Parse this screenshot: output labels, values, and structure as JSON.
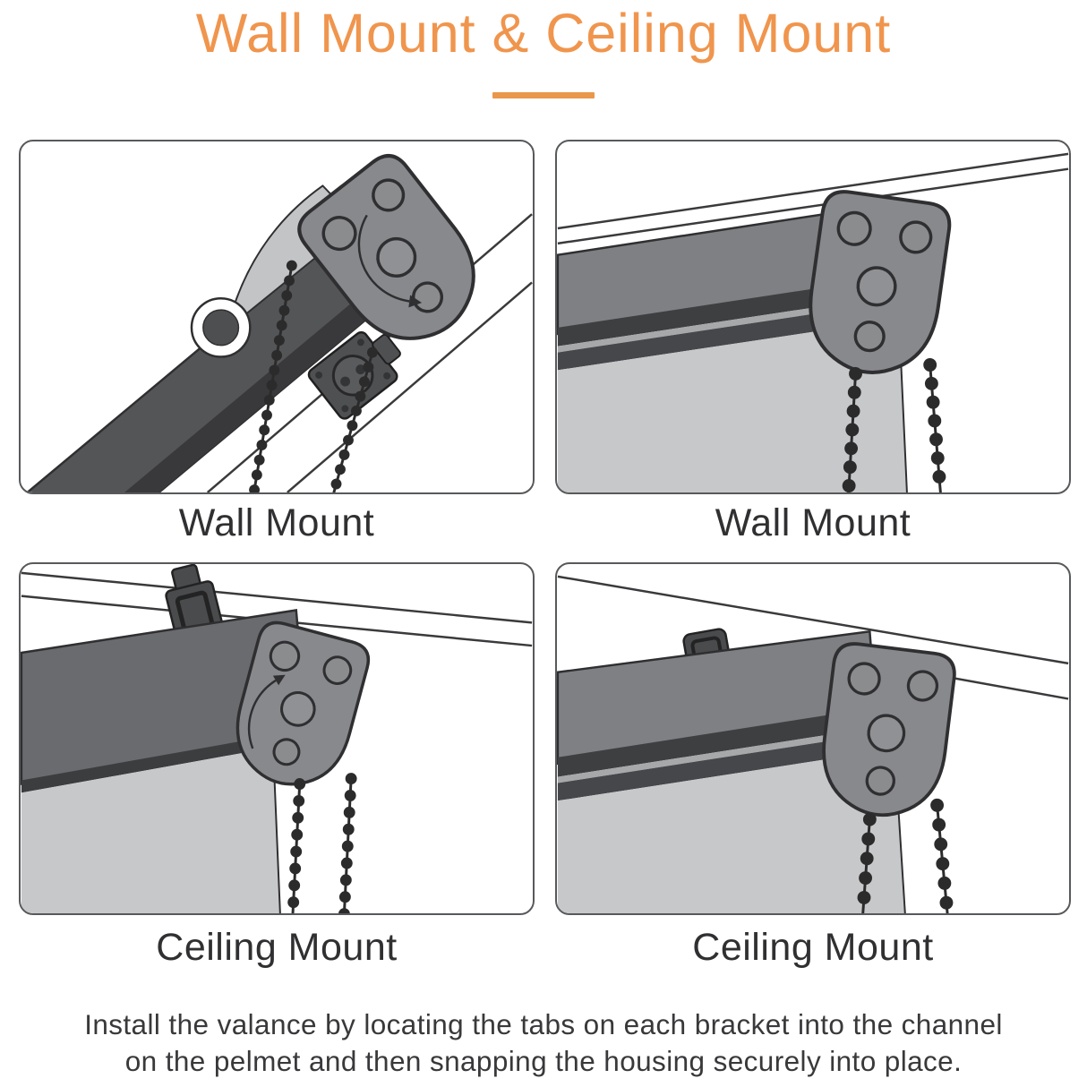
{
  "title": {
    "text": "Wall Mount & Ceiling Mount"
  },
  "panels": [
    {
      "label": "Wall Mount"
    },
    {
      "label": "Wall Mount"
    },
    {
      "label": "Ceiling Mount"
    },
    {
      "label": "Ceiling Mount"
    }
  ],
  "footer": {
    "line1": "Install the valance by locating the tabs on each bracket into the channel",
    "line2": "on the pelmet and then snapping the housing securely into place."
  },
  "colors": {
    "accent_orange": "#F0954D",
    "underline_orange": "#E9984B",
    "label_text": "#303032",
    "footer_text": "#39393B",
    "panel_border": "#58595B",
    "outline_dark": "#2F2F31",
    "bracket_gray": "#87898C",
    "pelmet_dark": "#545557",
    "valance_gray": "#7E8083",
    "channel_dark": "#3E3F41",
    "fabric_light": "#C7C8CA",
    "chain_black": "#2B2B2C",
    "clip_dark": "#4A4B4D"
  }
}
